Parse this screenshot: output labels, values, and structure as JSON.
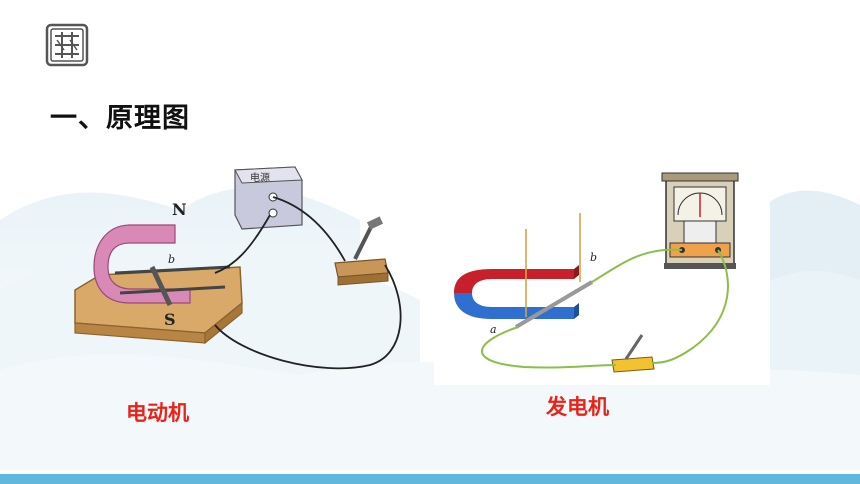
{
  "slide": {
    "heading": "一、原理图",
    "captions": {
      "motor": "电动机",
      "generator": "发电机"
    }
  },
  "motor_diagram": {
    "pole_n": "N",
    "pole_s": "S",
    "rod_label": "b",
    "battery_label": "电源"
  },
  "generator_diagram": {
    "rod_end_a": "a",
    "rod_end_b": "b"
  },
  "colors": {
    "caption": "#e8231a",
    "footer_bar": "#62b8dc",
    "magnet_red": "#c8202a",
    "magnet_blue": "#2f6fd0",
    "wire_green": "#8cbf4a",
    "magnet_pink": "#d889b5"
  },
  "icons": {
    "logo": "seal-logo-icon"
  }
}
